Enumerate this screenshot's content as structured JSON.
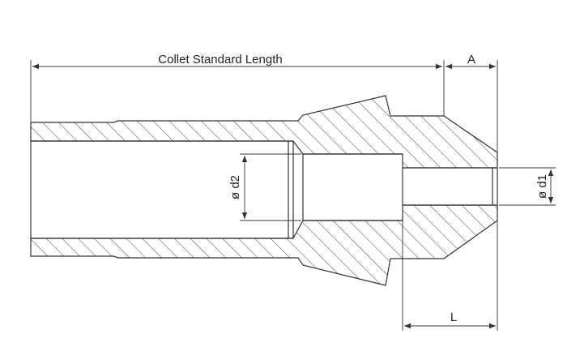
{
  "labels": {
    "standard_length": "Collet Standard Length",
    "a": "A",
    "d2": "ø d2",
    "d1": "ø d1",
    "l": "L"
  },
  "colors": {
    "stroke": "#333333",
    "text": "#222222",
    "background": "#ffffff"
  }
}
